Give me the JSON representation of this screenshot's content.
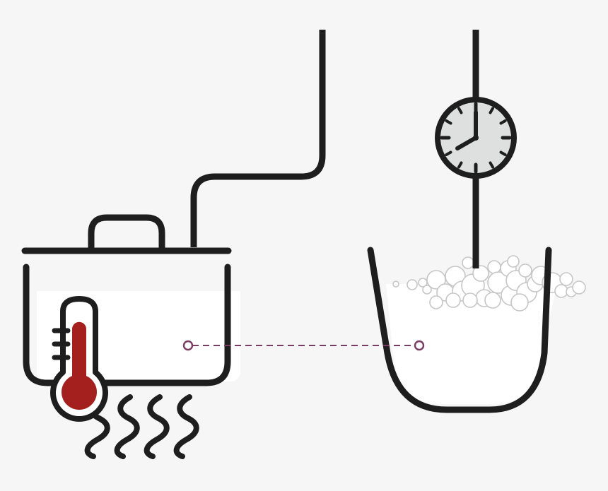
{
  "colors": {
    "background": "#f6f6f6",
    "stroke": "#1e1e1e",
    "liquid": "#ffffff",
    "thermometer_fill": "#a3201f",
    "connector": "#7a3b63",
    "clock_face": "#dde0de",
    "bubble_stroke": "#c6c6c6"
  },
  "icons": {
    "heating_pot": "pot-icon",
    "thermometer": "thermometer-icon",
    "heat": "heat-waves-icon",
    "timer": "clock-icon",
    "cooling_bowl": "bowl-icon",
    "foam": "bubbles-icon"
  },
  "clock": {
    "hour": 8,
    "minute": 0
  },
  "thermometer": {
    "fill_level": 0.85
  }
}
